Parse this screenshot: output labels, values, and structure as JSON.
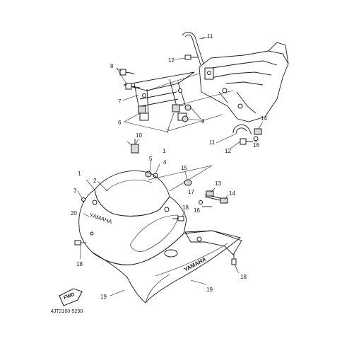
{
  "diagram": {
    "part_code": "4JT2100-5290",
    "fwd_arrow_text": "FWD",
    "brand_text": "YAMAHA",
    "brand_text_small": "YAMAHA",
    "callouts": [
      {
        "id": "c1a",
        "text": "1"
      },
      {
        "id": "c1b",
        "text": "1"
      },
      {
        "id": "c2",
        "text": "2"
      },
      {
        "id": "c3",
        "text": "3"
      },
      {
        "id": "c4",
        "text": "4"
      },
      {
        "id": "c5",
        "text": "5"
      },
      {
        "id": "c6",
        "text": "6"
      },
      {
        "id": "c7a",
        "text": "7"
      },
      {
        "id": "c7b",
        "text": "7"
      },
      {
        "id": "c8",
        "text": "8"
      },
      {
        "id": "c9",
        "text": "9"
      },
      {
        "id": "c10",
        "text": "10"
      },
      {
        "id": "c11a",
        "text": "11"
      },
      {
        "id": "c11b",
        "text": "11"
      },
      {
        "id": "c12a",
        "text": "12"
      },
      {
        "id": "c12b",
        "text": "12"
      },
      {
        "id": "c13",
        "text": "13"
      },
      {
        "id": "c14a",
        "text": "14"
      },
      {
        "id": "c14b",
        "text": "14"
      },
      {
        "id": "c15",
        "text": "15"
      },
      {
        "id": "c16a",
        "text": "16"
      },
      {
        "id": "c16b",
        "text": "16"
      },
      {
        "id": "c17",
        "text": "17"
      },
      {
        "id": "c18a",
        "text": "18"
      },
      {
        "id": "c18b",
        "text": "18"
      },
      {
        "id": "c18c",
        "text": "18"
      },
      {
        "id": "c19a",
        "text": "19"
      },
      {
        "id": "c19b",
        "text": "19"
      },
      {
        "id": "c20",
        "text": "20"
      }
    ]
  }
}
